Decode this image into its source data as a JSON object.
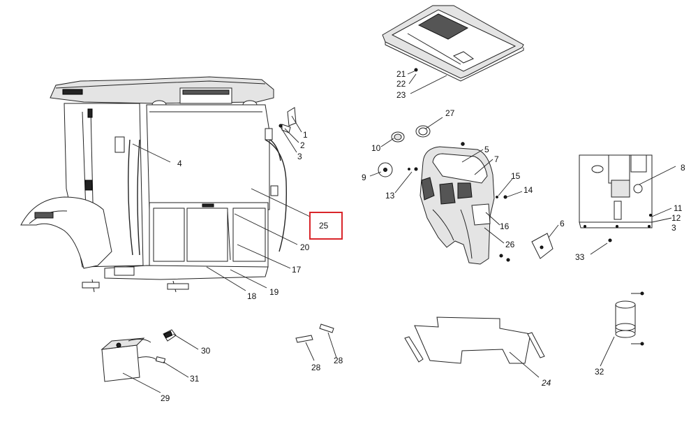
{
  "callouts": [
    {
      "id": "c1",
      "label": "1"
    },
    {
      "id": "c2",
      "label": "2"
    },
    {
      "id": "c3a",
      "label": "3"
    },
    {
      "id": "c3b",
      "label": "3"
    },
    {
      "id": "c4",
      "label": "4"
    },
    {
      "id": "c5",
      "label": "5"
    },
    {
      "id": "c6",
      "label": "6"
    },
    {
      "id": "c7",
      "label": "7"
    },
    {
      "id": "c8",
      "label": "8"
    },
    {
      "id": "c9",
      "label": "9"
    },
    {
      "id": "c10",
      "label": "10"
    },
    {
      "id": "c11",
      "label": "11"
    },
    {
      "id": "c12",
      "label": "12"
    },
    {
      "id": "c13",
      "label": "13"
    },
    {
      "id": "c14",
      "label": "14"
    },
    {
      "id": "c15",
      "label": "15"
    },
    {
      "id": "c16",
      "label": "16"
    },
    {
      "id": "c17",
      "label": "17"
    },
    {
      "id": "c18",
      "label": "18"
    },
    {
      "id": "c19",
      "label": "19"
    },
    {
      "id": "c20",
      "label": "20"
    },
    {
      "id": "c21",
      "label": "21"
    },
    {
      "id": "c22",
      "label": "22"
    },
    {
      "id": "c23",
      "label": "23"
    },
    {
      "id": "c24",
      "label": "24"
    },
    {
      "id": "c25",
      "label": "25"
    },
    {
      "id": "c26",
      "label": "26"
    },
    {
      "id": "c27",
      "label": "27"
    },
    {
      "id": "c28a",
      "label": "28"
    },
    {
      "id": "c28b",
      "label": "28"
    },
    {
      "id": "c29",
      "label": "29"
    },
    {
      "id": "c30",
      "label": "30"
    },
    {
      "id": "c31",
      "label": "31"
    },
    {
      "id": "c32",
      "label": "32"
    },
    {
      "id": "c33",
      "label": "33"
    }
  ],
  "highlight": {
    "callout": "25",
    "color": "#d9252a"
  }
}
